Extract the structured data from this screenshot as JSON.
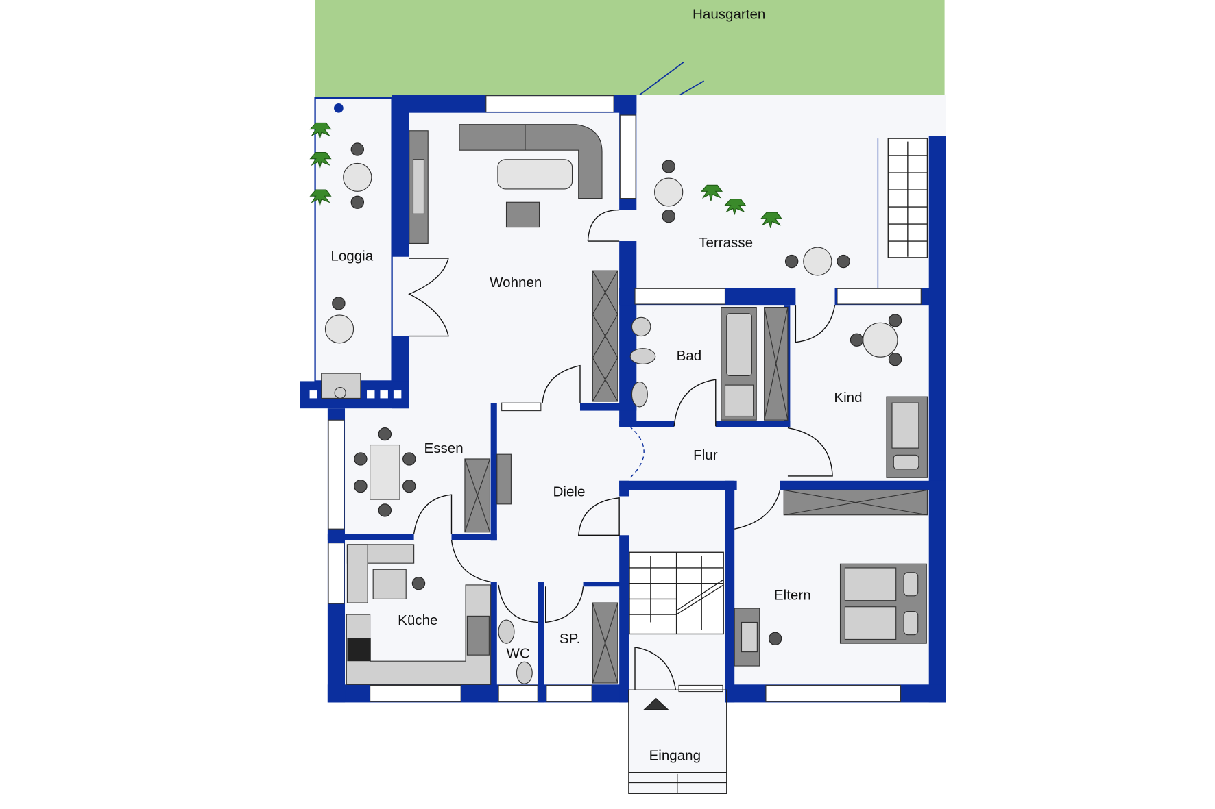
{
  "plan": {
    "garden_label": "Hausgarten",
    "rooms": {
      "loggia": "Loggia",
      "wohnen": "Wohnen",
      "terrasse": "Terrasse",
      "bad": "Bad",
      "kind": "Kind",
      "essen": "Essen",
      "flur": "Flur",
      "diele": "Diele",
      "kueche": "Küche",
      "wc": "WC",
      "sp": "SP.",
      "eltern": "Eltern",
      "eingang": "Eingang"
    },
    "colors": {
      "wall": "#0b2f9e",
      "garden": "#a9d18e",
      "floor": "#f6f7fa"
    }
  }
}
